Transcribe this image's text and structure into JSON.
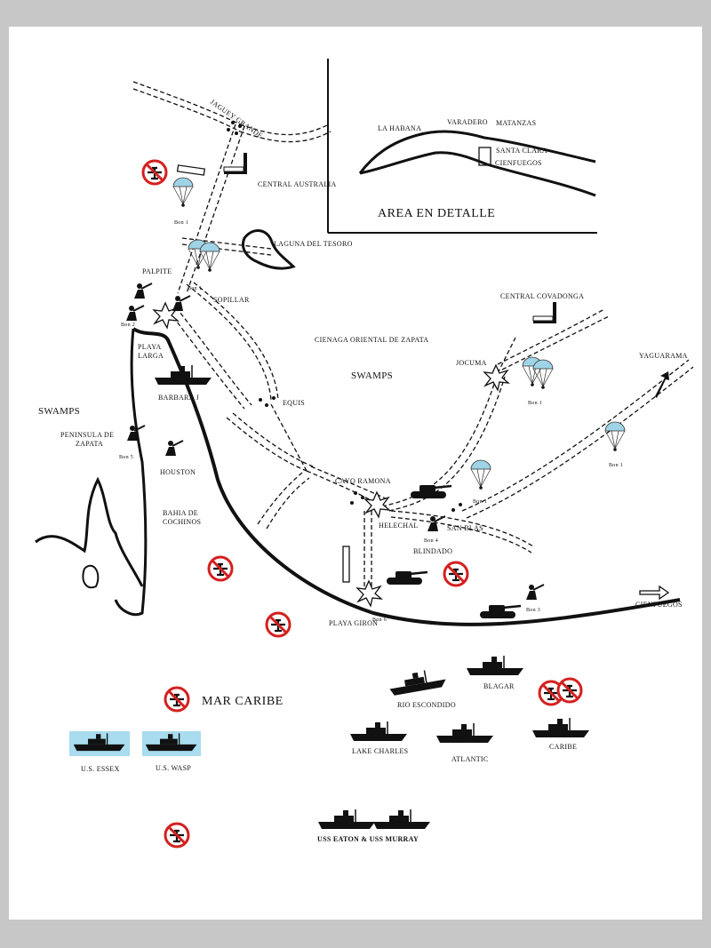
{
  "inset": {
    "title": "AREA EN DETALLE",
    "places": [
      "LA HABANA",
      "VARADERO",
      "MATANZAS",
      "SANTA CLARA",
      "CIENFUEGOS"
    ]
  },
  "places": {
    "jaguey_grande": "JAGUEY GRANDE",
    "central_australia": "CENTRAL AUSTRALIA",
    "laguna_tesoro": "LAGUNA DEL TESORO",
    "palpite": "PALPITE",
    "sopillar": "SOPILLAR",
    "central_covadonga": "CENTRAL COVADONGA",
    "cienaga": "CIENAGA ORIENTAL DE ZAPATA",
    "swamps_center": "SWAMPS",
    "swamps_west": "SWAMPS",
    "playa_larga_1": "PLAYA",
    "playa_larga_2": "LARGA",
    "jocuma": "JOCUMA",
    "yaguarama": "YAGUARAMA",
    "peninsula_1": "PENINSULA DE",
    "peninsula_2": "ZAPATA",
    "equis": "EQUIS",
    "cayo_ramona": "CAYO RAMONA",
    "bahia_1": "BAHIA DE",
    "bahia_2": "COCHINOS",
    "helechal": "HELECHAL",
    "san_blas": "SAN BLAS",
    "blindado": "BLINDADO",
    "cienfuegos": "CIENFUEGOS",
    "playa_giron": "PLAYA GIRON",
    "mar_caribe": "MAR CARIBE"
  },
  "units": {
    "bon1_top": "Bon 1",
    "bon1_mid": "Bon 1",
    "bon2": "Bon 2",
    "bon5": "Bon 5",
    "bon1_east": "Bon 1",
    "bon1_far": "Bon 1",
    "bon1_sb": "Bon 1",
    "bon4": "Bon 4",
    "bon3": "Bon 3",
    "bon6": "Bon 6"
  },
  "ships": {
    "barbara": "BARBARA J",
    "houston": "HOUSTON",
    "rio_escondido": "RIO ESCONDIDO",
    "blagar": "BLAGAR",
    "lake_charles": "LAKE CHARLES",
    "atlantic": "ATLANTIC",
    "caribe": "CARIBE",
    "essex": "U.S. ESSEX",
    "wasp": "U.S. WASP",
    "eaton_murray": "USS EATON & USS MURRAY"
  },
  "colors": {
    "no_aircraft_symbol": "#d42020",
    "carrier_water": "#a8dcee",
    "parachute": "#9fd3e6",
    "ink": "#111111",
    "background": "#c7c7c7"
  },
  "icons": {
    "no_aircraft": "no-aircraft-icon",
    "parachute": "paratrooper-icon",
    "tank": "tank-icon",
    "ship": "ship-icon",
    "airstrip": "airstrip-icon",
    "sugar_mill": "sugar-mill-icon",
    "battle": "explosion-icon"
  }
}
